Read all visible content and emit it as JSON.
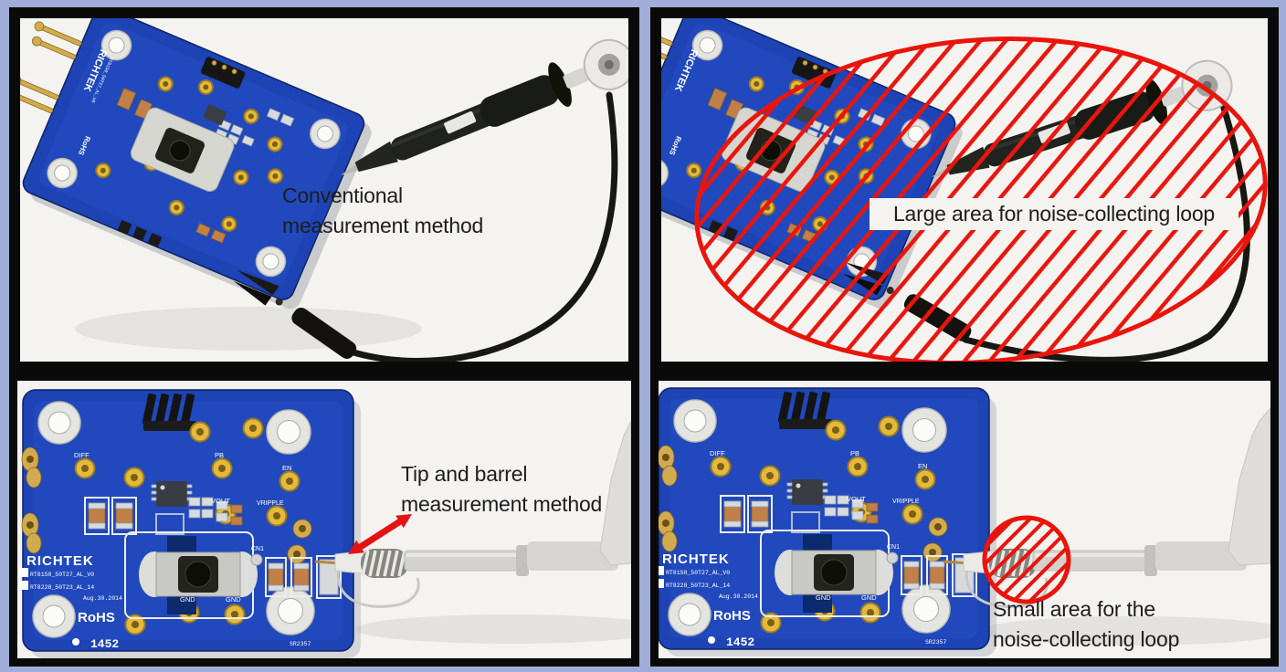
{
  "colors": {
    "page_background": "#9fadd8",
    "panel_frame": "#0a0a0a",
    "photo_background": "#f4f3ef",
    "pcb_blue": "#1d43b4",
    "annotation_red": "#e9150d",
    "caption_text": "#1d1d1d",
    "probe_dark": "#22251f",
    "probe_light": "#d6d5d1",
    "gold": "#d2ab4f",
    "test_point_yellow": "#e3ba3e"
  },
  "captions": {
    "top_left": {
      "line1": "Conventional",
      "line2": "measurement method"
    },
    "top_right": {
      "text": "Large area for noise-collecting loop"
    },
    "bottom_left": {
      "line1": "Tip and barrel",
      "line2": "measurement method"
    },
    "bottom_right": {
      "line1": "Small area for the",
      "line2": "noise-collecting loop"
    }
  },
  "pcb": {
    "brand": "RICHTEK",
    "part_line1": "RT8150_50T27_AL_V0",
    "part_line2": "RT8228_50T23_AL_14",
    "date_line": "Aug.30.2014",
    "rohs_label": "RoHS",
    "date_code": "1452",
    "corner_ref": "SR2357",
    "labels": {
      "diff": "DIFF",
      "pb": "PB",
      "vout": "VOUT",
      "vripple": "VRIPPLE",
      "en": "EN",
      "gnd_left": "GND",
      "gnd_right": "GND",
      "cn1": "CN1"
    }
  }
}
